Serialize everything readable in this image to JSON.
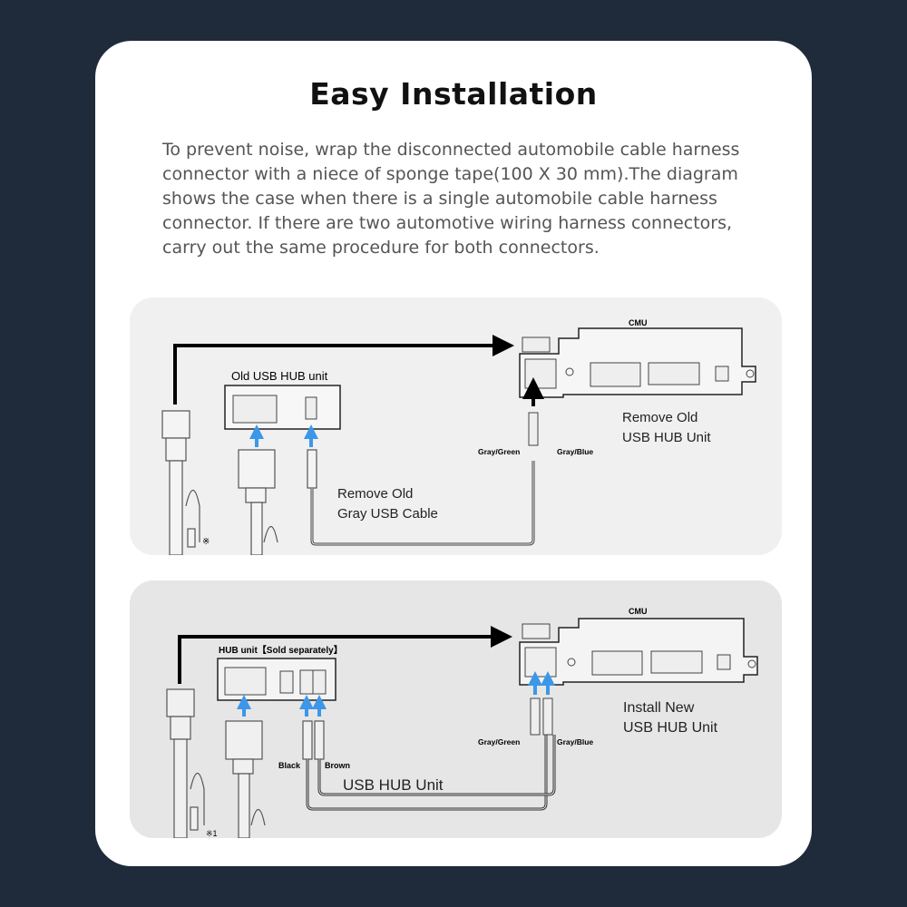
{
  "title": "Easy Installation",
  "description": "To prevent noise, wrap the disconnected automobile cable harness connector with a niece of sponge tape(100 X 30 mm).The diagram shows the case when there is a single automobile cable harness connector. If there are two automotive wiring harness connectors, carry out the same procedure for both connectors.",
  "colors": {
    "background": "#1f2b3b",
    "arrow_blue": "#3d97e8"
  },
  "panel_remove": {
    "cmu_label": "CMU",
    "hub_label": "Old USB HUB unit",
    "step_line1": "Remove Old",
    "step_line2": "USB HUB Unit",
    "cable_line1": "Remove Old",
    "cable_line2": "Gray USB Cable",
    "wire_left": "Gray/Green",
    "wire_right": "Gray/Blue",
    "note_mark": "※"
  },
  "panel_install": {
    "cmu_label": "CMU",
    "hub_label": "HUB unit【Sold separately】",
    "step_line1": "Install New",
    "step_line2": "USB HUB Unit",
    "cable_label": "USB HUB Unit",
    "wire_left": "Gray/Green",
    "wire_right": "Gray/Blue",
    "plug_left": "Black",
    "plug_right": "Brown",
    "note_mark": "※1"
  }
}
